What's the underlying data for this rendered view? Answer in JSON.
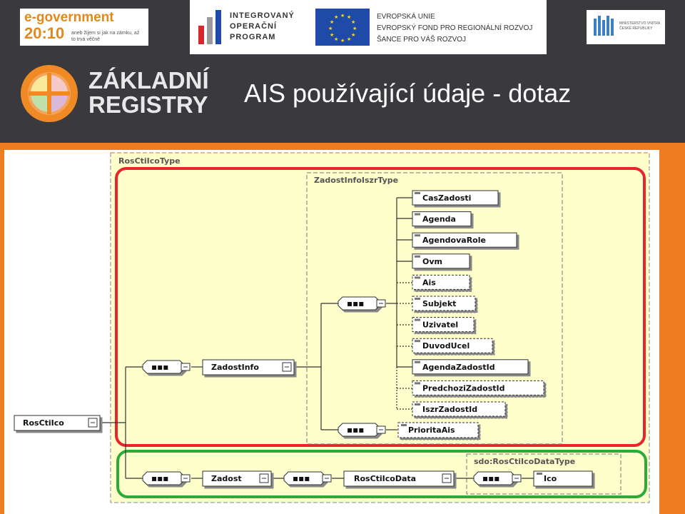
{
  "logos": {
    "egov_line1": "e-government",
    "egov_line2": "20:10",
    "egov_tagline": "aneb žijem si jak na zámku, až to trvá věčně",
    "iop_line1": "INTEGROVANÝ",
    "iop_line2": "OPERAČNÍ",
    "iop_line3": "PROGRAM",
    "eu_line1": "EVROPSKÁ UNIE",
    "eu_line2": "EVROPSKÝ FOND PRO REGIONÁLNÍ ROZVOJ",
    "eu_line3": "ŠANCE PRO VÁŠ ROZVOJ",
    "mv_text": "MINISTERSTVO VNITRA ČESKÉ REPUBLIKY"
  },
  "brand": {
    "line1": "ZÁKLADNÍ",
    "line2": "REGISTRY"
  },
  "slide_title": "AIS používající údaje - dotaz",
  "diagram": {
    "outer_type": "RosCtiIcoType",
    "inner_type": "ZadostInfoIszrType",
    "data_type": "sdo:RosCtiIcoDataType",
    "root": "RosCtiIco",
    "zadost_info": "ZadostInfo",
    "zadost": "Zadost",
    "data_node": "RosCtiIcoData",
    "ico": "Ico",
    "priorita": "PrioritaAis",
    "fields": [
      {
        "label": "CasZadosti",
        "optional": false
      },
      {
        "label": "Agenda",
        "optional": false
      },
      {
        "label": "AgendovaRole",
        "optional": false
      },
      {
        "label": "Ovm",
        "optional": false
      },
      {
        "label": "Ais",
        "optional": true
      },
      {
        "label": "Subjekt",
        "optional": true
      },
      {
        "label": "Uzivatel",
        "optional": true
      },
      {
        "label": "DuvodUcel",
        "optional": true
      },
      {
        "label": "AgendaZadostId",
        "optional": false
      },
      {
        "label": "PredchoziZadostId",
        "optional": true
      },
      {
        "label": "IszrZadostId",
        "optional": true
      }
    ]
  },
  "colors": {
    "panel_yellow": "#ffffcc",
    "red_frame": "#e8252a",
    "green_frame": "#2eaa3a",
    "orange": "#ee7d22",
    "dark": "#3a3a3e"
  }
}
